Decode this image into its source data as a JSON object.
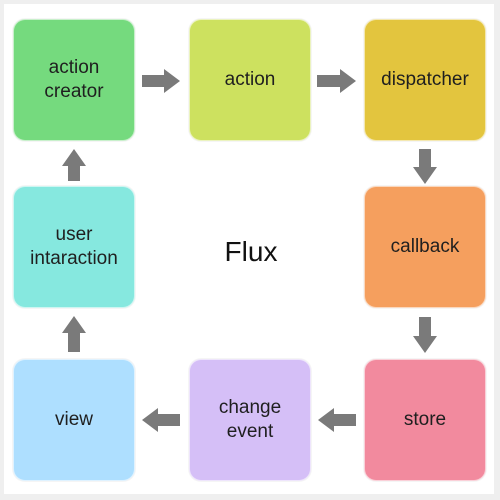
{
  "center_title": "Flux",
  "nodes": {
    "action_creator": {
      "label": "action\ncreator",
      "color": "#75DA7E"
    },
    "action": {
      "label": "action",
      "color": "#CDE15F"
    },
    "dispatcher": {
      "label": "dispatcher",
      "color": "#E3C53E"
    },
    "callback": {
      "label": "callback",
      "color": "#F59F5E"
    },
    "store": {
      "label": "store",
      "color": "#F28A9E"
    },
    "change_event": {
      "label": "change\nevent",
      "color": "#D5BFF7"
    },
    "view": {
      "label": "view",
      "color": "#AEDFFF"
    },
    "user_interaction": {
      "label": "user\nintaraction",
      "color": "#86E8DF"
    }
  },
  "arrow_color": "#7a7a7a"
}
